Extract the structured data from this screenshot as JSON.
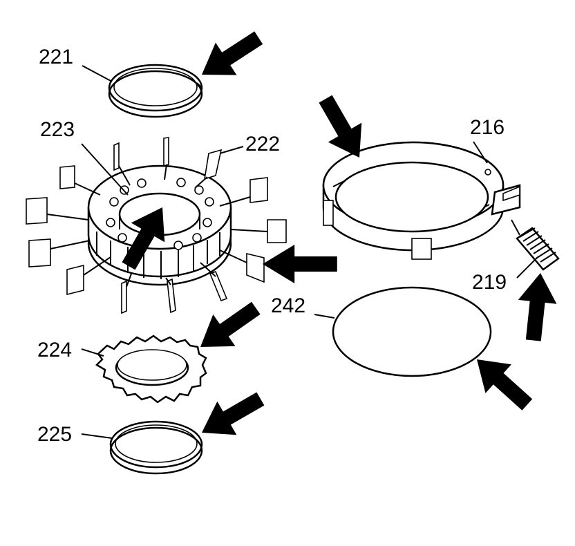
{
  "callouts": {
    "c221": "221",
    "c223": "223",
    "c222": "222",
    "c216": "216",
    "c219": "219",
    "c242": "242",
    "c224": "224",
    "c225": "225"
  },
  "colors": {
    "ink": "#000000",
    "paper": "#ffffff"
  }
}
